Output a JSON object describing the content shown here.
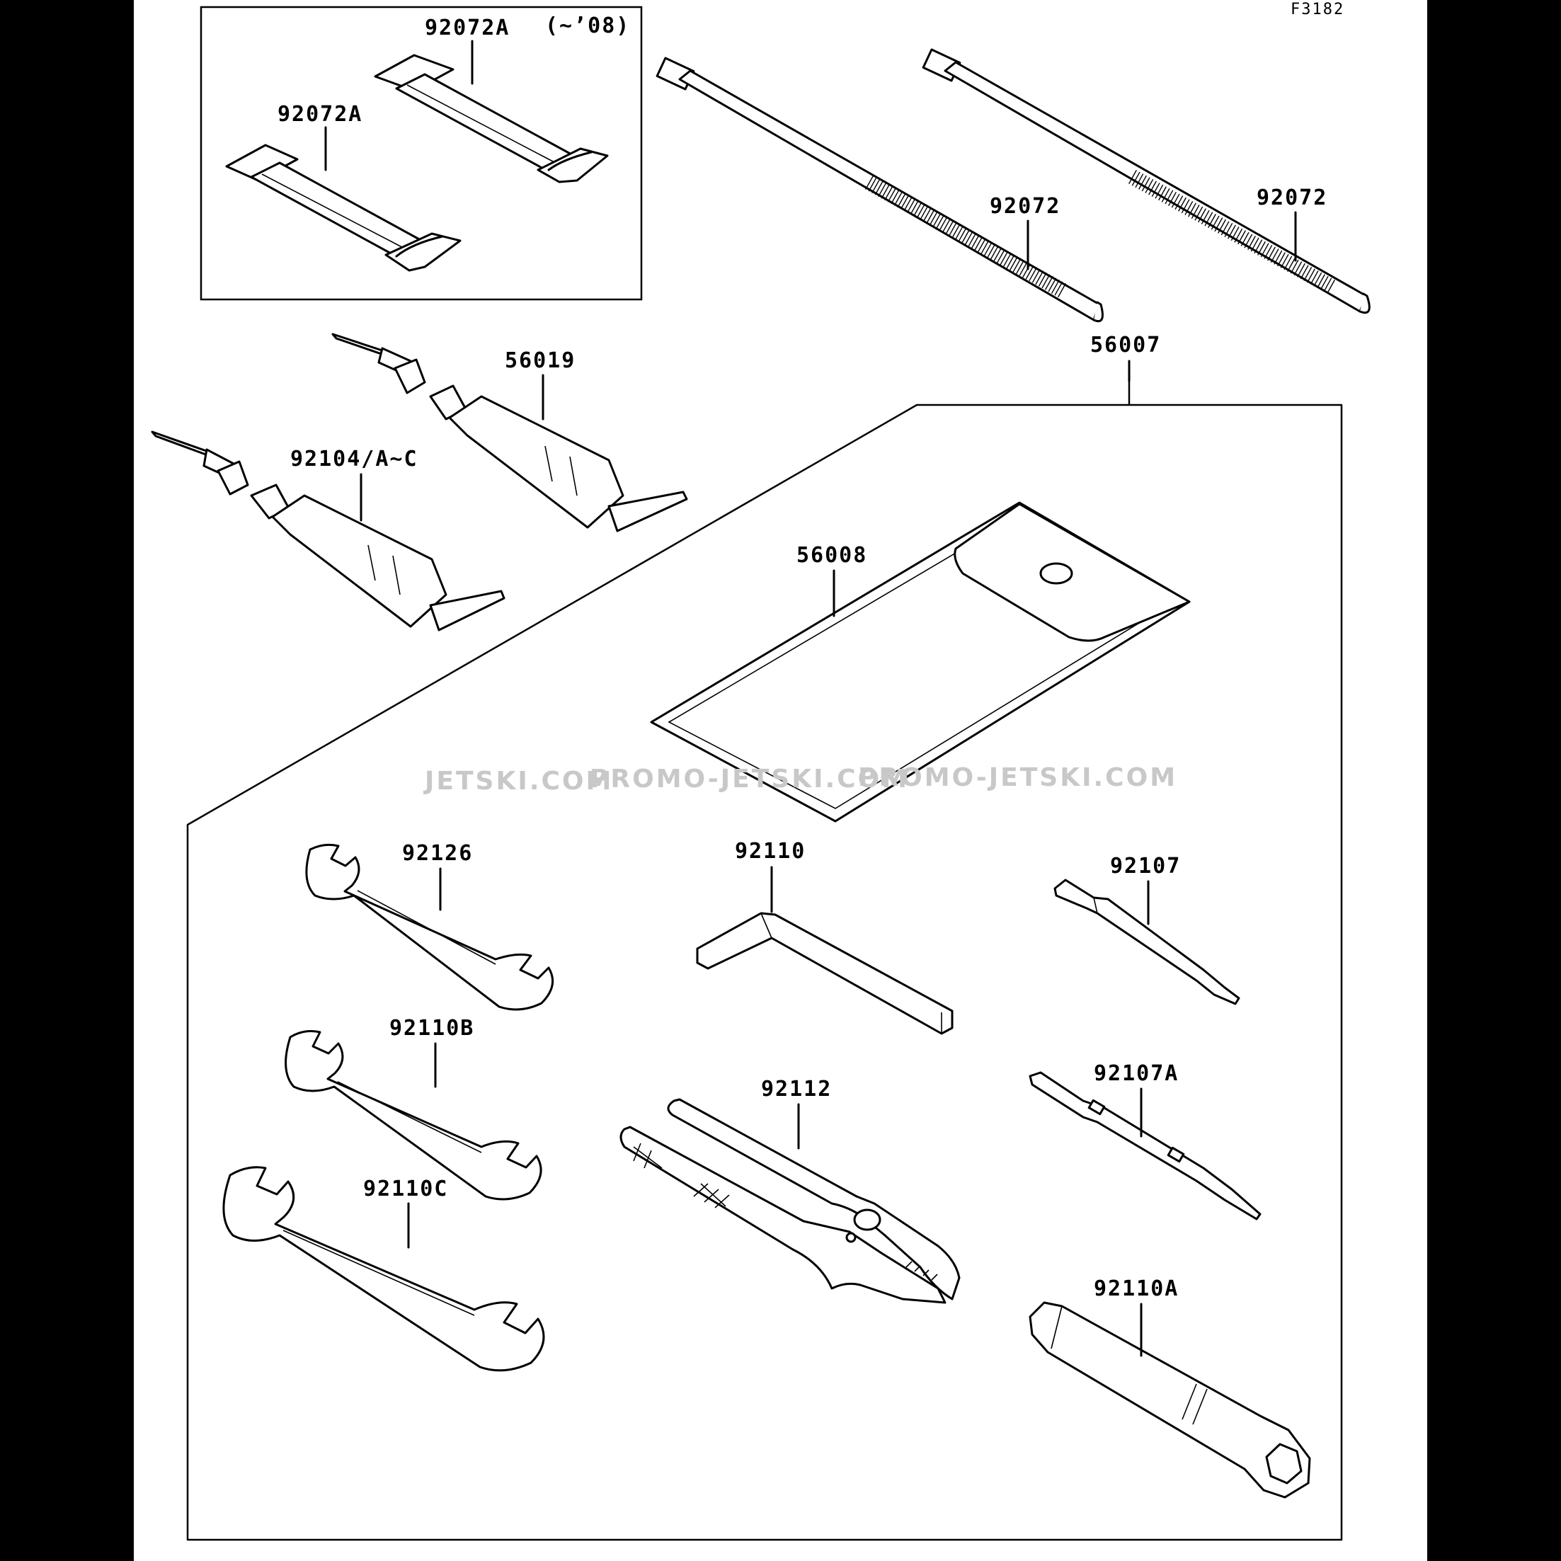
{
  "figure_code": "F3182",
  "watermark": [
    "JETSKI.COM",
    "PROMO-JETSKI.COM",
    "PROMO-JETSKI.COM"
  ],
  "strap_inset": {
    "note": "(~’08)",
    "parts": [
      "92072A",
      "92072A"
    ]
  },
  "parts": {
    "band_left": "92072",
    "band_right": "92072",
    "grease_upper": "56019",
    "grease_lower": "92104/A~C",
    "tool_kit": "56007",
    "tool_bag": "56008",
    "wrench_1": "92126",
    "wrench_2": "92110B",
    "wrench_3": "92110C",
    "hex_key": "92110",
    "pliers": "92112",
    "screwdriver_1": "92107",
    "screwdriver_2": "92107A",
    "plug_wrench": "92110A"
  }
}
